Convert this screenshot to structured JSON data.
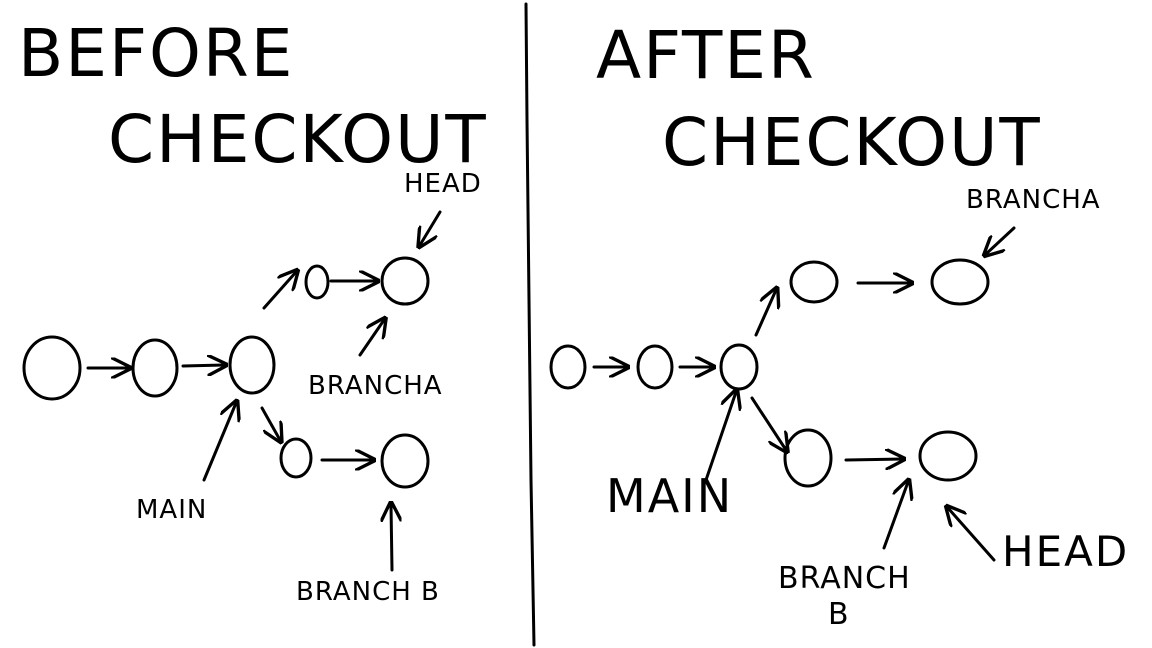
{
  "before": {
    "title_line1": "BEFORE",
    "title_line2": "CHECKOUT",
    "labels": {
      "head": "HEAD",
      "branch_a": "BRANCHA",
      "main": "MAIN",
      "branch_b": "BRANCH B"
    }
  },
  "after": {
    "title_line1": "AFTER",
    "title_line2": "CHECKOUT",
    "labels": {
      "branch_a": "BRANCHA",
      "main": "MAIN",
      "branch_b_line1": "BRANCH",
      "branch_b_line2": "B",
      "head": "HEAD"
    }
  },
  "colors": {
    "ink": "#000000",
    "background": "#ffffff"
  }
}
